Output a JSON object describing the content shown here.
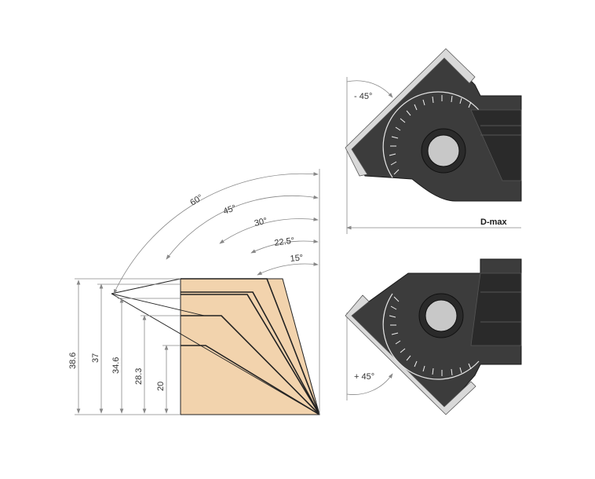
{
  "colors": {
    "wood": "#f2d3ad",
    "cutter_body": "#3c3c3c",
    "cutter_dark": "#2a2a2a",
    "knife": "#d9d9d9",
    "bore": "#c8c8c8",
    "dimension": "#888888"
  },
  "profile": {
    "angles": [
      {
        "label": "60°",
        "arrowhead_label": "60°"
      },
      {
        "label": "45°"
      },
      {
        "label": "30°"
      },
      {
        "label": "22.5°"
      },
      {
        "label": "15°"
      }
    ],
    "heights": [
      "38.6",
      "37",
      "34.6",
      "28.3",
      "20"
    ]
  },
  "cutters": {
    "top_angle_label": "- 45°",
    "bottom_angle_label": "+ 45°",
    "dmax_label": "D-max"
  }
}
